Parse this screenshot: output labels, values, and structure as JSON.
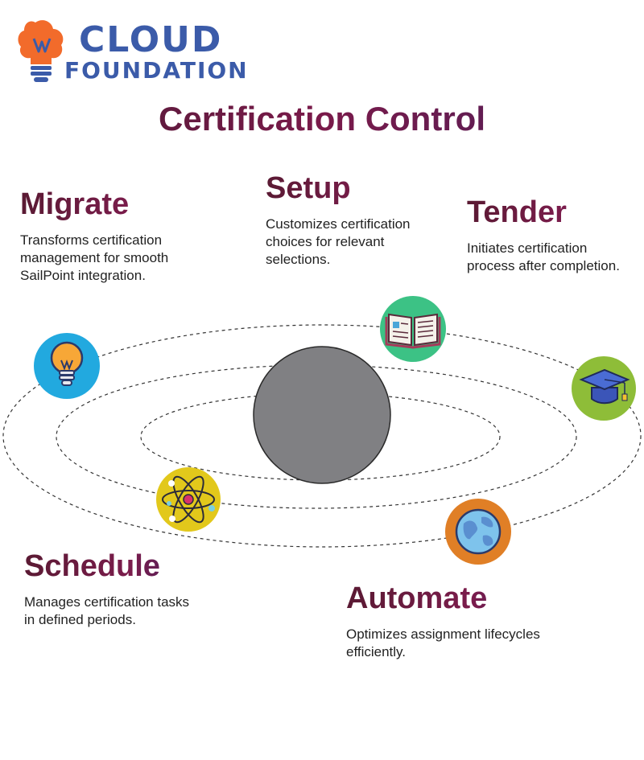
{
  "logo": {
    "line1": "CLOUD",
    "line2": "FOUNDATION"
  },
  "title": "Certification Control",
  "colors": {
    "brand_blue": "#3b5ba9",
    "brand_orange": "#f26b2b",
    "center_planet": "#808083",
    "migrate_circle": "#22a9df",
    "setup_circle": "#3cc285",
    "tender_circle": "#8ebd38",
    "schedule_circle": "#e2c81b",
    "automate_circle": "#e07f26"
  },
  "stages": [
    {
      "id": "migrate",
      "heading": "Migrate",
      "description": "Transforms certification management for smooth SailPoint integration.",
      "icon": "lightbulb-icon"
    },
    {
      "id": "setup",
      "heading": "Setup",
      "description": "Customizes certification choices for relevant selections.",
      "icon": "open-book-icon"
    },
    {
      "id": "tender",
      "heading": "Tender",
      "description": "Initiates certification process after completion.",
      "icon": "graduation-cap-icon"
    },
    {
      "id": "schedule",
      "heading": "Schedule",
      "description": "Manages certification tasks in defined periods.",
      "icon": "atom-icon"
    },
    {
      "id": "automate",
      "heading": "Automate",
      "description": "Optimizes assignment lifecycles efficiently.",
      "icon": "globe-icon"
    }
  ]
}
